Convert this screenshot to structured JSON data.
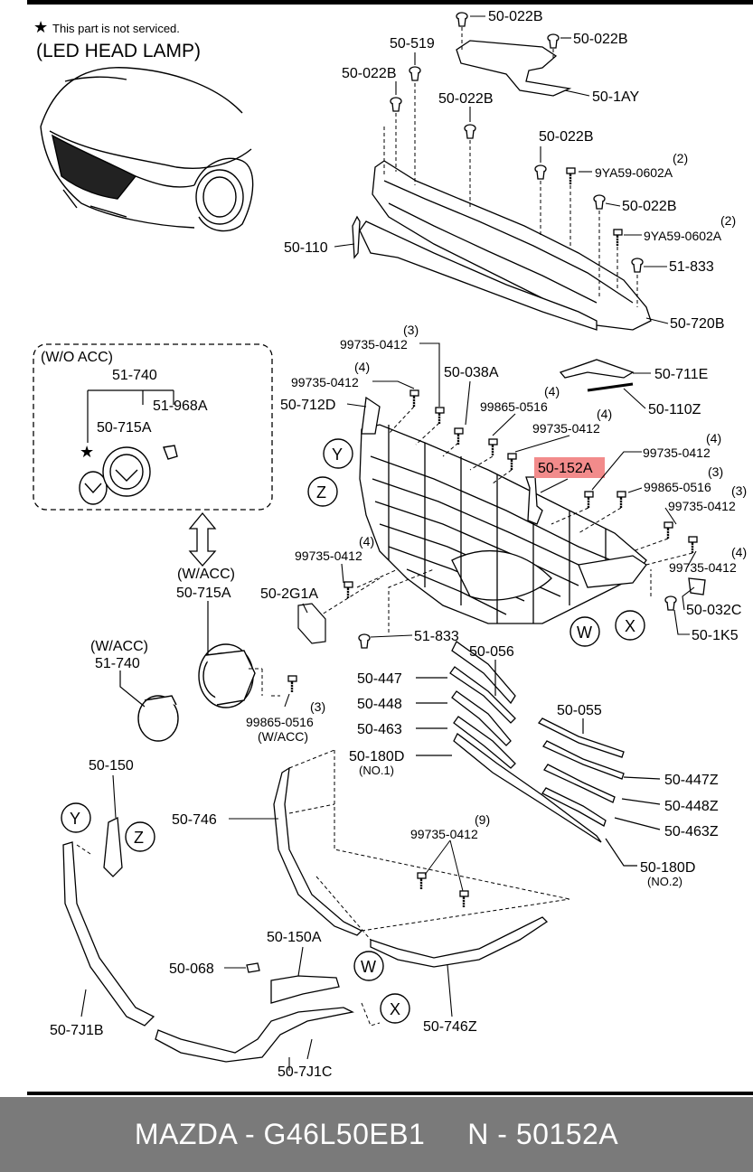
{
  "header": {
    "note_star": "★",
    "note_text": "This part is not serviced.",
    "title": "(LED HEAD LAMP)"
  },
  "labels": {
    "p50_022B": "50-022B",
    "p50_519": "50-519",
    "p50_1AY": "50-1AY",
    "p9YA59": "9YA59-0602A",
    "p51_833": "51-833",
    "p50_110": "50-110",
    "p50_720B": "50-720B",
    "p50_711E": "50-711E",
    "p50_110Z": "50-110Z",
    "p99735": "99735-0412",
    "p50_038A": "50-038A",
    "p50_712D": "50-712D",
    "p99865": "99865-0516",
    "p50_152A": "50-152A",
    "p50_032C": "50-032C",
    "p50_1K5": "50-1K5",
    "p50_2G1A": "50-2G1A",
    "p50_715A": "50-715A",
    "p51_740": "51-740",
    "p51_968A": "51-968A",
    "p50_056": "50-056",
    "p50_447": "50-447",
    "p50_448": "50-448",
    "p50_463": "50-463",
    "p50_180D": "50-180D",
    "p50_055": "50-055",
    "p50_447Z": "50-447Z",
    "p50_448Z": "50-448Z",
    "p50_463Z": "50-463Z",
    "p50_150": "50-150",
    "p50_746": "50-746",
    "p50_150A": "50-150A",
    "p50_068": "50-068",
    "p50_7J1B": "50-7J1B",
    "p50_7J1C": "50-7J1C",
    "p50_746Z": "50-746Z"
  },
  "qty": {
    "q2": "(2)",
    "q3": "(3)",
    "q4": "(4)",
    "q9": "(9)"
  },
  "notes": {
    "wo_acc": "(W/O ACC)",
    "w_acc": "(W/ACC)",
    "w_acc_alt": "(W/ACC)",
    "no1": "(NO.1)",
    "no2": "(NO.2)",
    "star": "★"
  },
  "callouts": {
    "y": "Y",
    "z": "Z",
    "w": "W",
    "x": "X"
  },
  "highlight": {
    "color": "#f28b8b"
  },
  "footer": {
    "text": "MAZDA - G46L50EB1     N - 50152A",
    "bg": "#7a7a7a"
  }
}
